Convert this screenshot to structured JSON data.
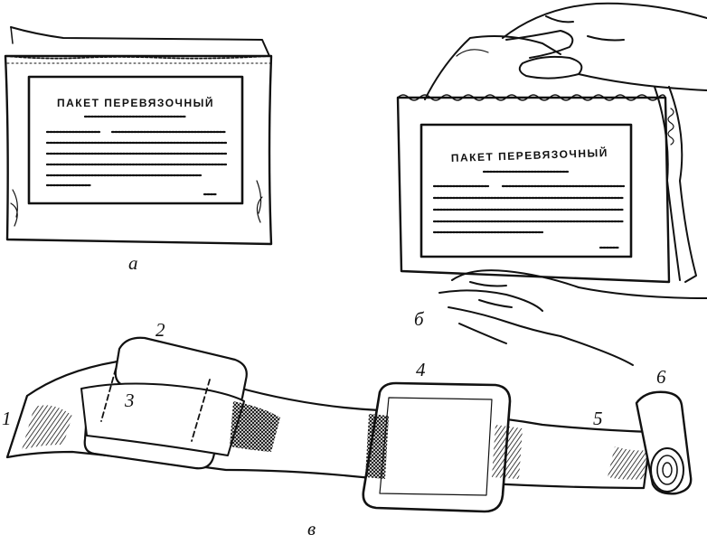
{
  "panels": {
    "a": {
      "caption": "а",
      "package_title": "ПАКЕТ ПЕРЕВЯЗОЧНЫЙ"
    },
    "b": {
      "caption": "б",
      "package_title": "ПАКЕТ ПЕРЕВЯЗОЧНЫЙ"
    },
    "c": {
      "caption": "в"
    }
  },
  "callouts": [
    "1",
    "2",
    "3",
    "4",
    "5",
    "6"
  ],
  "colors": {
    "ink": "#111111",
    "paper": "#ffffff"
  }
}
